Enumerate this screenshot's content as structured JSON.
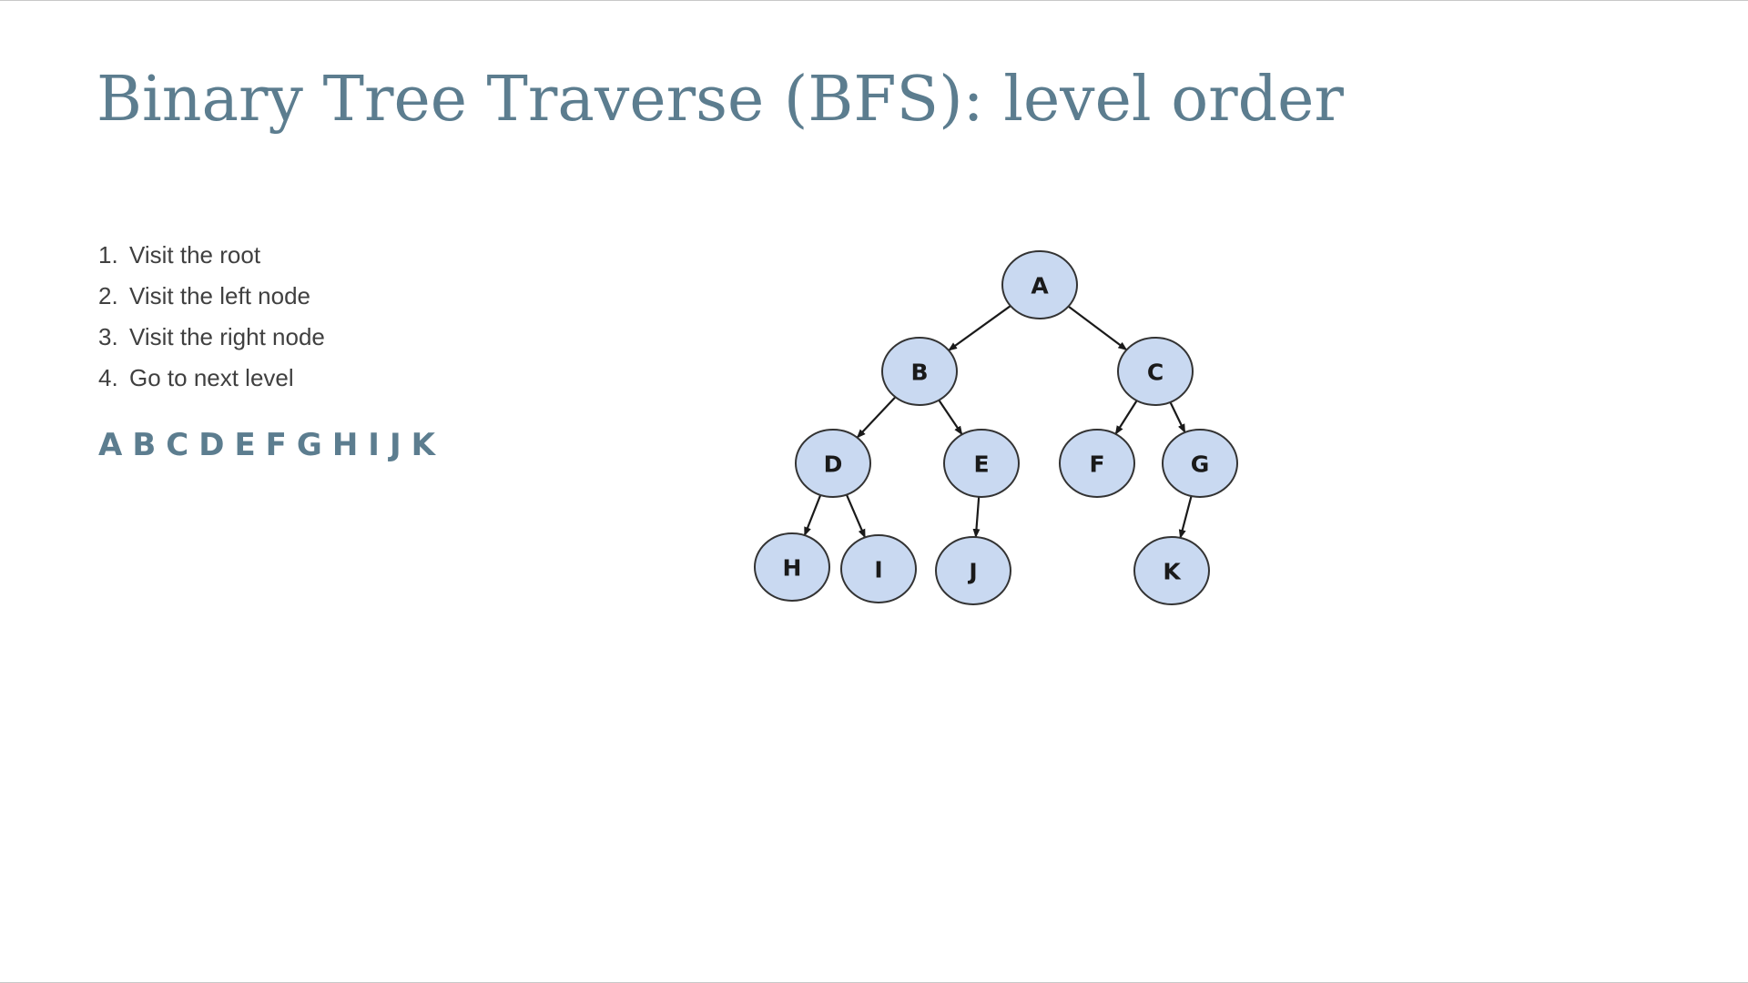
{
  "slide": {
    "title": "Binary Tree Traverse (BFS): level order",
    "steps": [
      {
        "number": "1.",
        "text": "Visit the root"
      },
      {
        "number": "2.",
        "text": "Visit the left node"
      },
      {
        "number": "3.",
        "text": "Visit the right node"
      },
      {
        "number": "4.",
        "text": "Go to next level"
      }
    ],
    "traversal_result": [
      "A",
      "B",
      "C",
      "D",
      "E",
      "F",
      "G",
      "H",
      "I",
      "J",
      "K"
    ]
  },
  "tree": {
    "node_fill": "#c9d9f1",
    "node_stroke": "#333333",
    "edge_color": "#1a1a1a",
    "nodes": [
      "A",
      "B",
      "C",
      "D",
      "E",
      "F",
      "G",
      "H",
      "I",
      "J",
      "K"
    ],
    "edges": [
      [
        "A",
        "B"
      ],
      [
        "A",
        "C"
      ],
      [
        "B",
        "D"
      ],
      [
        "B",
        "E"
      ],
      [
        "C",
        "F"
      ],
      [
        "C",
        "G"
      ],
      [
        "D",
        "H"
      ],
      [
        "D",
        "I"
      ],
      [
        "E",
        "J"
      ],
      [
        "G",
        "K"
      ]
    ]
  }
}
